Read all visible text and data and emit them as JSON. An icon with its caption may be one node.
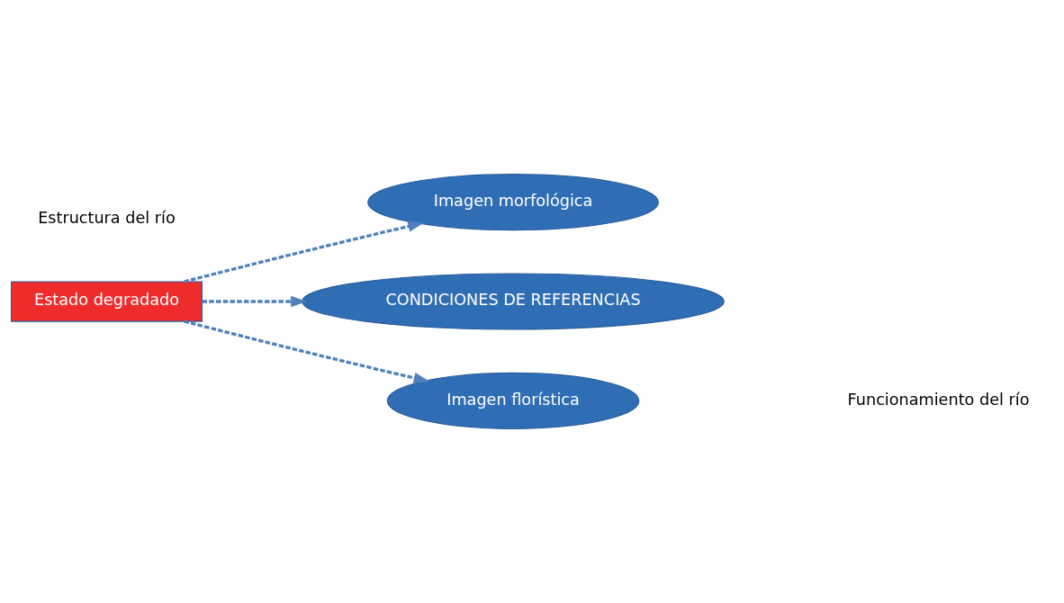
{
  "diagram": {
    "nodes": [
      {
        "text": [
          "Imagen morfológica"
        ]
      },
      {
        "text": [
          "CONDICIONES DE REFERENCIAS"
        ]
      },
      {
        "text": [
          "Estado degradado"
        ]
      },
      {
        "text": [
          "Imagen florística"
        ]
      }
    ],
    "edges": [
      {
        "from": 2,
        "to": 0,
        "arrow": "to",
        "style": "dashed"
      },
      {
        "from": 2,
        "to": 1,
        "arrow": "to",
        "style": "dashed"
      },
      {
        "from": 2,
        "to": 3,
        "arrow": "to",
        "style": "dashed"
      }
    ],
    "labels": [
      "Estructura del río",
      "Funcionamiento del río"
    ]
  }
}
